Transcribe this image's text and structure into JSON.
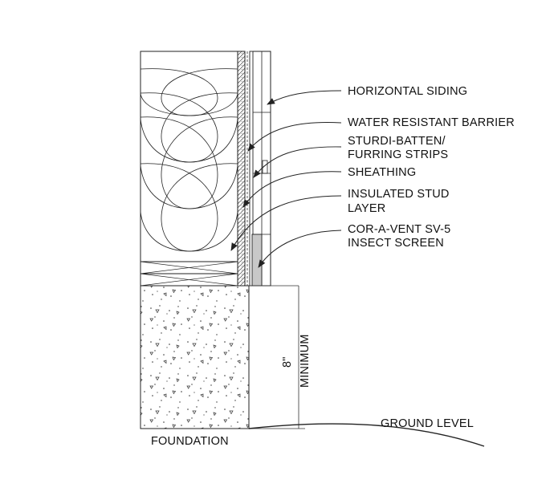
{
  "diagram": {
    "callouts": {
      "horizontal_siding": "HORIZONTAL SIDING",
      "water_resistant_barrier": "WATER RESISTANT BARRIER",
      "furring_line1": "STURDI-BATTEN/",
      "furring_line2": "FURRING STRIPS",
      "sheathing": "SHEATHING",
      "insulated_line1": "INSULATED STUD",
      "insulated_line2": "LAYER",
      "vent_line1": "COR-A-VENT SV-5",
      "vent_line2": "INSECT SCREEN"
    },
    "foundation_label": "FOUNDATION",
    "ground_label": "GROUND LEVEL",
    "dimension": {
      "value": "8\"",
      "note": "MINIMUM"
    }
  }
}
